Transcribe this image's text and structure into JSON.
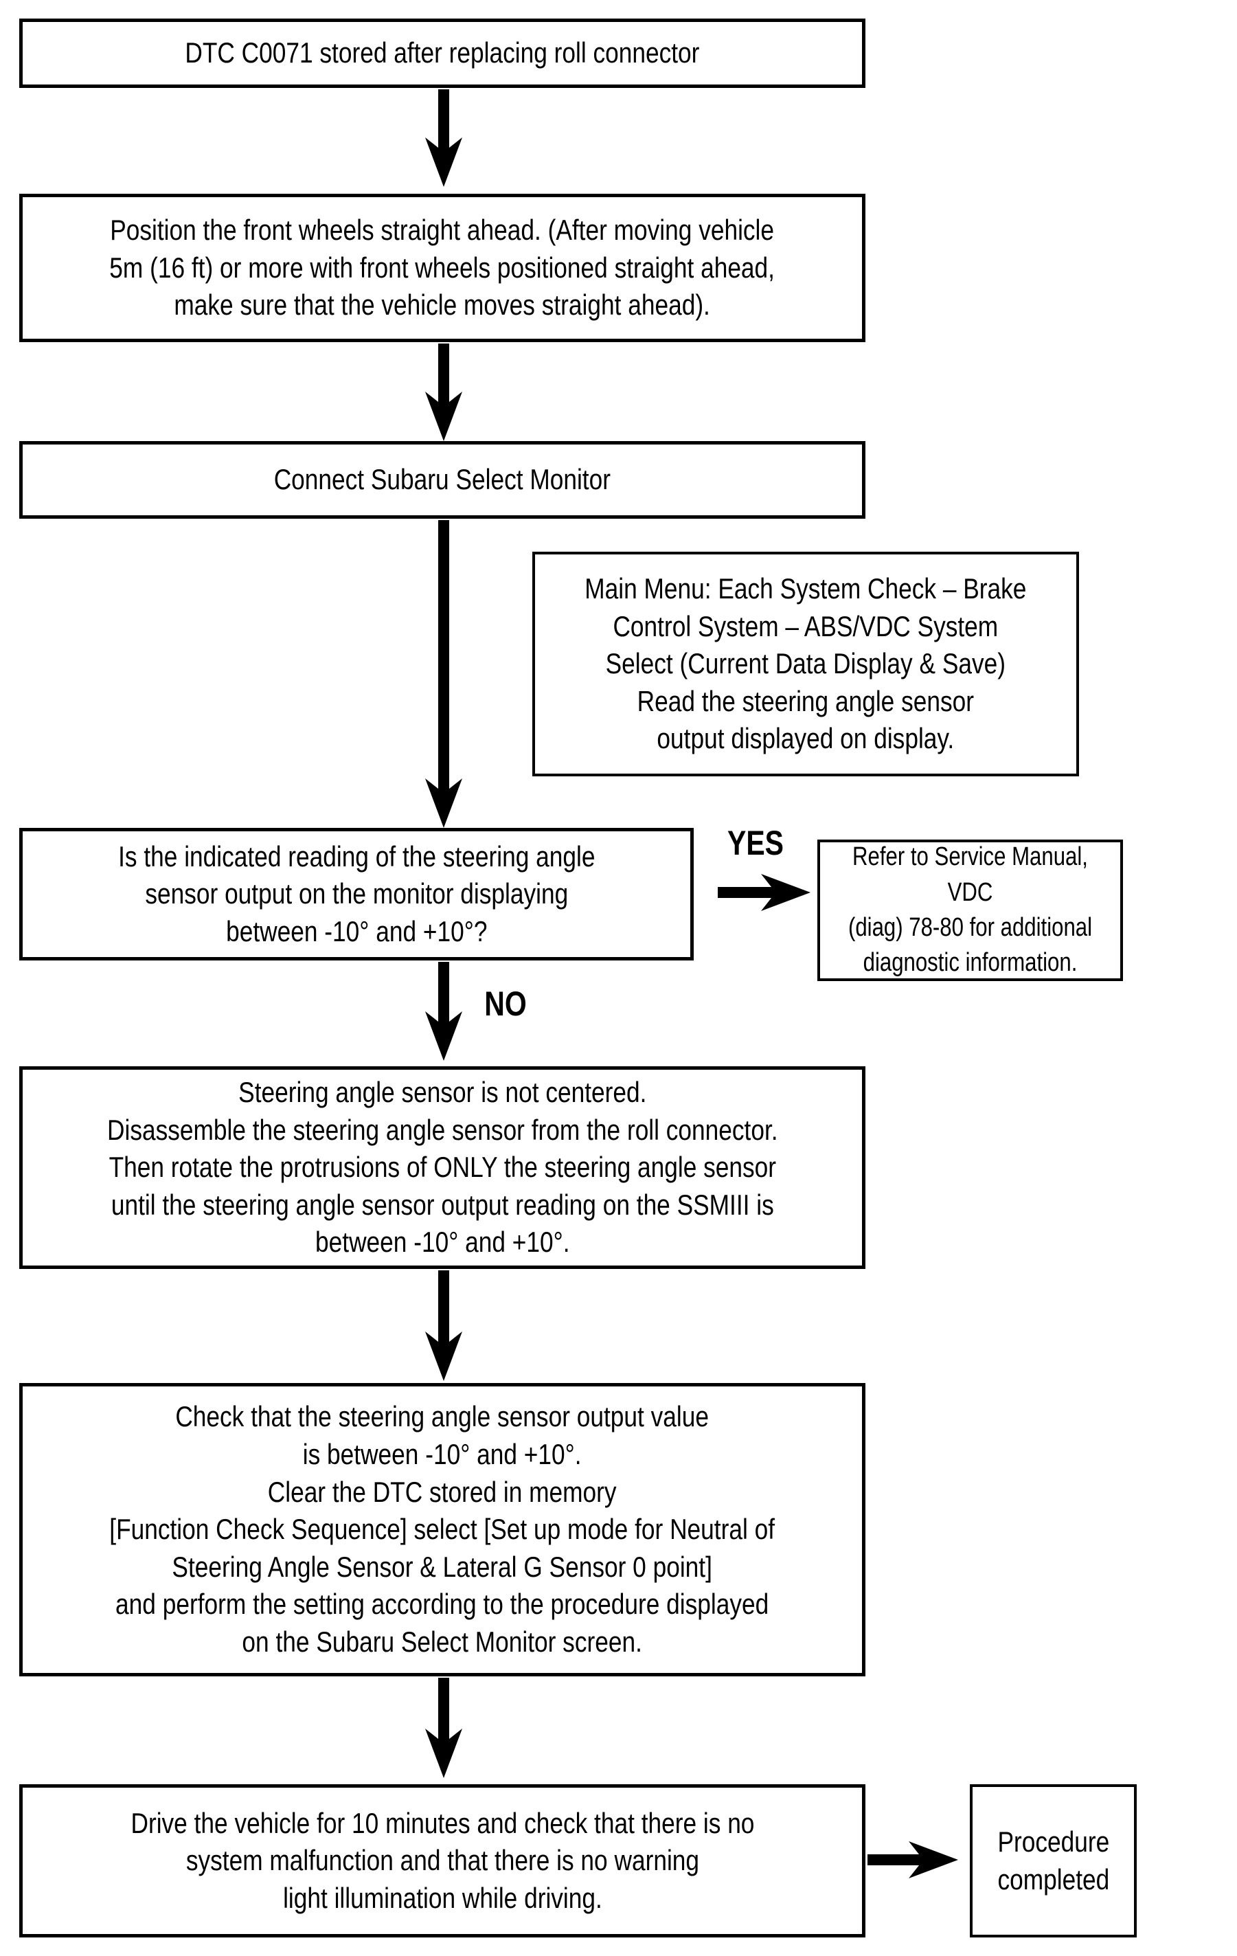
{
  "page": {
    "background_color": "#ffffff",
    "ink_color": "#000000"
  },
  "flowchart": {
    "nodes": {
      "start": {
        "text": "DTC C0071 stored after replacing roll connector"
      },
      "position_wheels": {
        "text": "Position the front wheels straight ahead. (After moving vehicle\n5m (16 ft) or more with front wheels positioned straight ahead,\nmake sure that the vehicle moves straight ahead)."
      },
      "connect_monitor": {
        "text": "Connect Subaru Select Monitor"
      },
      "main_menu_note": {
        "text": "Main Menu: Each System Check – Brake\nControl System – ABS/VDC System\nSelect (Current Data Display & Save)\nRead the steering angle sensor\noutput displayed on display."
      },
      "decision": {
        "text": "Is the indicated reading of the steering angle\nsensor output on the monitor displaying\nbetween -10° and +10°?"
      },
      "refer_manual": {
        "text": "Refer to Service Manual, VDC\n(diag) 78-80 for additional\ndiagnostic information."
      },
      "sensor_not_centered": {
        "text": "Steering angle sensor is not centered.\nDisassemble the steering angle sensor from the roll connector.\nThen rotate the protrusions of ONLY the steering angle sensor\nuntil the steering angle sensor output reading on the SSMIII is\nbetween -10° and +10°."
      },
      "check_output": {
        "text": "Check that the steering angle sensor output value\nis between -10° and +10°.\nClear the DTC stored in memory\n[Function Check Sequence] select [Set up mode for Neutral of\nSteering Angle Sensor & Lateral G Sensor 0 point]\nand perform the setting according to the procedure displayed\non the Subaru Select Monitor screen."
      },
      "drive_vehicle": {
        "text": "Drive the vehicle for 10 minutes and check that there is no\nsystem malfunction and that there is no warning\nlight illumination while driving."
      },
      "procedure_completed": {
        "text": "Procedure\ncompleted"
      }
    },
    "labels": {
      "yes": "YES",
      "no": "NO"
    },
    "edges": [
      {
        "from": "start",
        "to": "position_wheels",
        "label": ""
      },
      {
        "from": "position_wheels",
        "to": "connect_monitor",
        "label": ""
      },
      {
        "from": "connect_monitor",
        "to": "decision",
        "label": ""
      },
      {
        "from": "decision",
        "to": "refer_manual",
        "label": "YES"
      },
      {
        "from": "decision",
        "to": "sensor_not_centered",
        "label": "NO"
      },
      {
        "from": "sensor_not_centered",
        "to": "check_output",
        "label": ""
      },
      {
        "from": "check_output",
        "to": "drive_vehicle",
        "label": ""
      },
      {
        "from": "drive_vehicle",
        "to": "procedure_completed",
        "label": ""
      }
    ]
  }
}
